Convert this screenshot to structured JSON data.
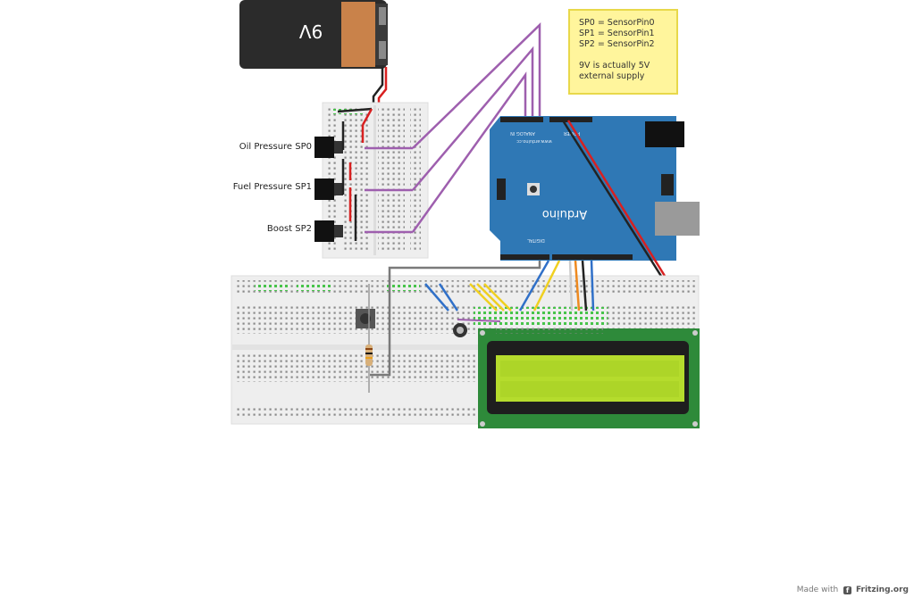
{
  "battery": {
    "label": "9V"
  },
  "note": {
    "lines": [
      "SP0 = SensorPin0",
      "SP1 = SensorPin1",
      "SP2 = SensorPin2",
      "",
      "9V is actually 5V",
      "external supply"
    ]
  },
  "sensors": [
    {
      "label": "Oil Pressure SP0"
    },
    {
      "label": "Fuel Pressure SP1"
    },
    {
      "label": "Boost SP2"
    }
  ],
  "arduino": {
    "logo": "Arduino",
    "url": "www.arduino.cc",
    "analog_label": "ANALOG IN",
    "digital_label": "DIGITAL",
    "power_label": "POWER"
  },
  "credit": {
    "prefix": "Made with",
    "brand": "Fritzing.org"
  },
  "colors": {
    "breadboard": "#eeeeee",
    "arduino_board": "#2f78b5",
    "lcd_pcb": "#2e8a3a",
    "lcd_screen": "#b5dc2d",
    "wire_purple": "#9e5fae",
    "wire_red": "#d82020",
    "wire_black": "#222222",
    "wire_yellow": "#f0d020",
    "wire_blue": "#3070c8",
    "wire_orange": "#ee8a20",
    "wire_gray": "#7a7a7a",
    "note_bg": "#fff59c"
  }
}
